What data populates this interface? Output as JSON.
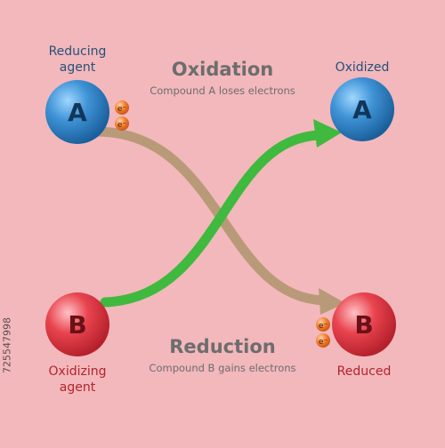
{
  "compounds": {
    "a_letter": "A",
    "b_letter": "B"
  },
  "electron_symbol": "e⁻",
  "labels": {
    "reducing_agent_line1": "Reducing",
    "reducing_agent_line2": "agent",
    "oxidized": "Oxidized",
    "oxidizing_agent_line1": "Oxidizing",
    "oxidizing_agent_line2": "agent",
    "reduced": "Reduced"
  },
  "oxidation": {
    "title": "Oxidation",
    "subtitle": "Compound A loses electrons"
  },
  "reduction": {
    "title": "Reduction",
    "subtitle": "Compound B gains electrons"
  },
  "watermark": "725547998",
  "colors": {
    "background": "#f3b8bc",
    "blue_sphere": "#2f7fc2",
    "red_sphere": "#e0303c",
    "green_arrow": "#3fba3f",
    "brown_arrow": "#b89a78",
    "electron": "#f07a2a"
  }
}
